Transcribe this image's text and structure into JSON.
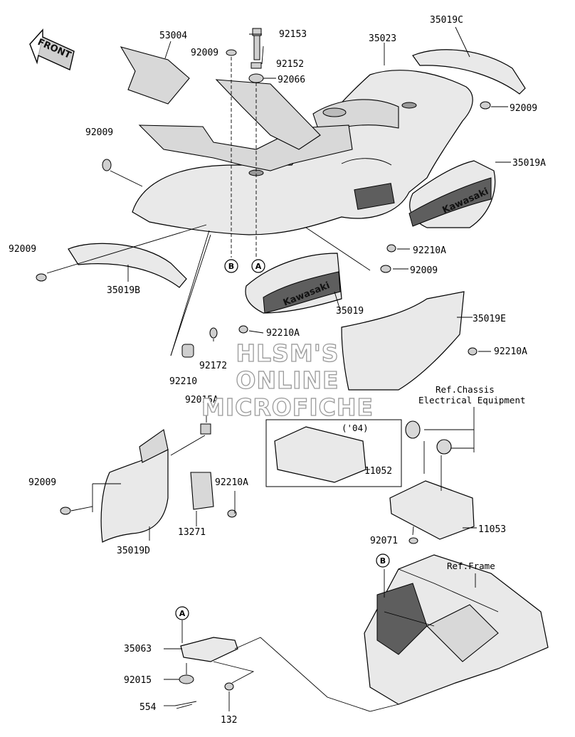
{
  "watermark": [
    "HLSM'S",
    "ONLINE",
    "MICROFICHE"
  ],
  "front_label": "FRONT",
  "brand_decal": "Kawasaki",
  "refs": {
    "A": "A",
    "B": "B",
    "year_note": "('04)",
    "chassis_line1": "Ref.Chassis",
    "chassis_line2": "Electrical Equipment",
    "frame": "Ref.Frame"
  },
  "labels": {
    "p53004": "53004",
    "p92009_top": "92009",
    "p92153": "92153",
    "p92152": "92152",
    "p92066": "92066",
    "p35023": "35023",
    "p35019C": "35019C",
    "p92009_right": "92009",
    "p92009_left": "92009",
    "p35019A": "35019A",
    "p92009_b": "92009",
    "p35019B": "35019B",
    "p92210A_1": "92210A",
    "p92009_mid": "92009",
    "p35019": "35019",
    "p92210A_2": "92210A",
    "p35019E": "35019E",
    "p92172": "92172",
    "p92210A_3": "92210A",
    "p92210": "92210",
    "p92015A": "92015A",
    "p11052": "11052",
    "p11053": "11053",
    "p92009_d": "92009",
    "p92210A_4": "92210A",
    "p13271": "13271",
    "p35019D": "35019D",
    "p92071": "92071",
    "p35063": "35063",
    "p92015": "92015",
    "p554": "554",
    "p132": "132"
  }
}
